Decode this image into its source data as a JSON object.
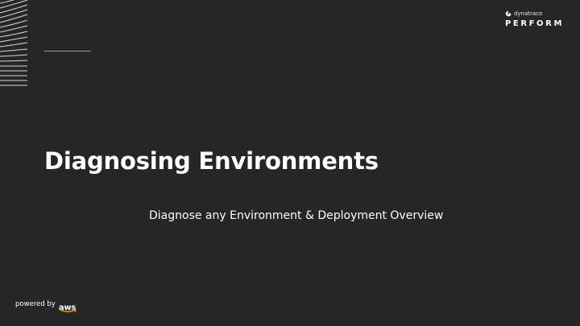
{
  "slide": {
    "title": "Diagnosing Environments",
    "subtitle": "Diagnose any Environment & Deployment Overview"
  },
  "brand": {
    "name": "dynatrace",
    "event": "PERFORM",
    "logo_icon": "dynatrace-logo-icon"
  },
  "footer": {
    "powered_by_label": "powered by",
    "partner": "aws",
    "partner_icon": "aws-smile-icon"
  },
  "colors": {
    "background": "#262626",
    "text": "#ffffff",
    "accent_rule": "#9a9a9a",
    "aws_orange": "#f29b1d"
  }
}
